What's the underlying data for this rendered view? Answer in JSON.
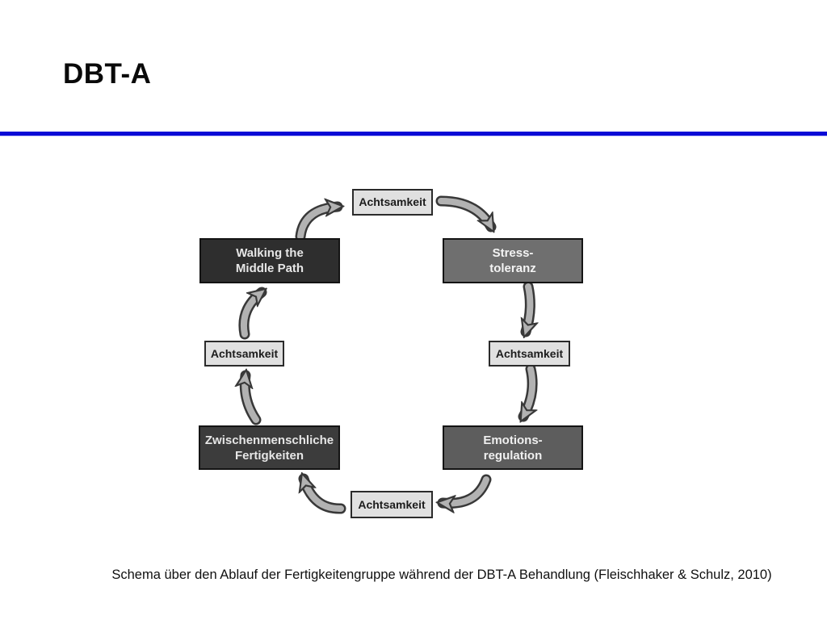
{
  "slide": {
    "title": "DBT-A",
    "caption": "Schema über den Ablauf der Fertigkeitengruppe während der DBT-A Behandlung (Fleischhaker & Schulz, 2010)",
    "accent_color": "#0a0ad6"
  },
  "diagram": {
    "type": "cycle-flow",
    "achtsamkeit_top": {
      "label": "Achtsamkeit"
    },
    "achtsamkeit_right": {
      "label": "Achtsamkeit"
    },
    "achtsamkeit_bottom": {
      "label": "Achtsamkeit"
    },
    "achtsamkeit_left": {
      "label": "Achtsamkeit"
    },
    "walking_middle_path": {
      "line1": "Walking the",
      "line2": "Middle Path"
    },
    "stress_toleranz": {
      "line1": "Stress-",
      "line2": "toleranz"
    },
    "emotionsregulation": {
      "line1": "Emotions-",
      "line2": "regulation"
    },
    "zwischenmenschliche_fertigkeiten": {
      "line1": "Zwischenmenschliche",
      "line2": "Fertigkeiten"
    },
    "cycle_order": [
      "Achtsamkeit",
      "Stress-toleranz",
      "Achtsamkeit",
      "Emotions-regulation",
      "Achtsamkeit",
      "Zwischenmenschliche Fertigkeiten",
      "Achtsamkeit",
      "Walking the Middle Path"
    ],
    "colors": {
      "light_box": "#e0e0e0",
      "walking_box": "#2e2e2e",
      "zwischenmenschliche_box": "#3c3c3c",
      "stress_box": "#6f6f6f",
      "emotions_box": "#5d5d5d",
      "arrow_fill": "#b2b2b2",
      "arrow_outline": "#383838"
    }
  }
}
